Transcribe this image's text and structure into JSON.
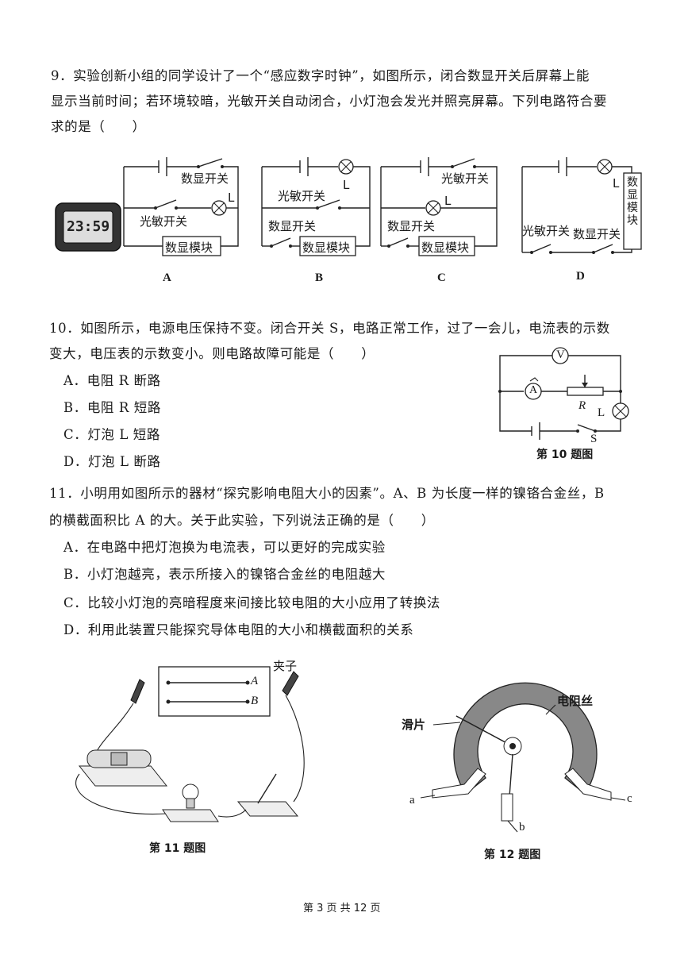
{
  "q9": {
    "line1": "9．实验创新小组的同学设计了一个“感应数字时钟”，如图所示，闭合数显开关后屏幕上能",
    "line2": "显示当前时间；若环境较暗，光敏开关自动闭合，小灯泡会发光并照亮屏幕。下列电路符合要",
    "line3": "求的是（　　）",
    "clock_display": "23:59",
    "label_display_switch": "数显开关",
    "label_light_switch": "光敏开关",
    "label_display_module": "数显模块",
    "label_lamp": "L",
    "options": [
      "A",
      "B",
      "C",
      "D"
    ]
  },
  "q10": {
    "line1": "10．如图所示，电源电压保持不变。闭合开关 S，电路正常工作，过了一会儿，电流表的示数",
    "line2": "变大，电压表的示数变小。则电路故障可能是（　　）",
    "options": [
      "A．电阻 R 断路",
      "B．电阻 R 短路",
      "C．灯泡 L 短路",
      "D．灯泡 L 断路"
    ],
    "voltmeter": "V",
    "ammeter": "A",
    "resistor": "R",
    "lamp": "L",
    "switch": "S",
    "caption": "第 10 题图"
  },
  "q11": {
    "line1": "11．小明用如图所示的器材“探究影响电阻大小的因素”。A、B 为长度一样的镍铬合金丝，B",
    "line2": "的横截面积比 A 的大。关于此实验，下列说法正确的是（　　）",
    "options": [
      "A．在电路中把灯泡换为电流表，可以更好的完成实验",
      "B．小灯泡越亮，表示所接入的镍铬合金丝的电阻越大",
      "C．比较小灯泡的亮暗程度来间接比较电阻的大小应用了转换法",
      "D．利用此装置只能探究导体电阻的大小和横截面积的关系"
    ],
    "clip_label": "夹子",
    "wire_a": "A",
    "wire_b": "B",
    "caption": "第 11 题图"
  },
  "q12": {
    "label_wire": "电阻丝",
    "label_slider": "滑片",
    "terminal_a": "a",
    "terminal_b": "b",
    "terminal_c": "c",
    "caption": "第 12 题图"
  },
  "footer": "第 3 页 共 12 页"
}
